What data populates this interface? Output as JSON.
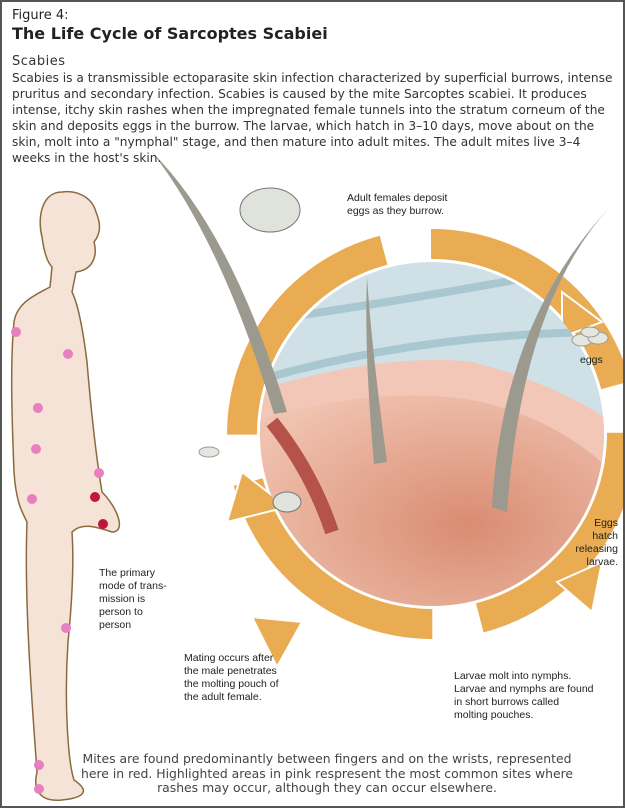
{
  "figure_label": "Figure 4:",
  "title": "The Life Cycle of Sarcoptes Scabiei",
  "subtitle": "Scabies",
  "intro": "Scabies is a transmissible ectoparasite skin infection characterized by superficial burrows, intense pruritus and secondary infection. Scabies is caused by the mite Sarcoptes scabiei. It produces intense, itchy skin rashes when the impregnated female tunnels into the stratum corneum of the skin and deposits eggs in the burrow. The larvae, which hatch in 3–10 days, move about on the skin, molt into a \"nymphal\" stage, and then mature into adult mites. The adult mites live 3–4 weeks in the host's skin.",
  "labels": {
    "adult_females": "Adult females deposit eggs as they burrow.",
    "eggs": "eggs",
    "eggs_hatch": "Eggs hatch releasing larvae.",
    "transmission": "The primary mode of trans-mission is person to person",
    "mating": "Mating occurs after the male penetrates the molting pouch of the adult female.",
    "larvae_molt": "Larvae molt into nymphs. Larvae and nymphs are found in short burrows called molting pouches."
  },
  "note": "Mites are found predominantly between fingers and on the wrists, represented here in red. Highlighted areas in pink respresent the most common sites where rashes may occur, although they can occur elsewhere.",
  "colors": {
    "ring": "#e9ac52",
    "skin": "#e2a08a",
    "pink_site": "#e87fc0",
    "red_site": "#c0163c"
  }
}
